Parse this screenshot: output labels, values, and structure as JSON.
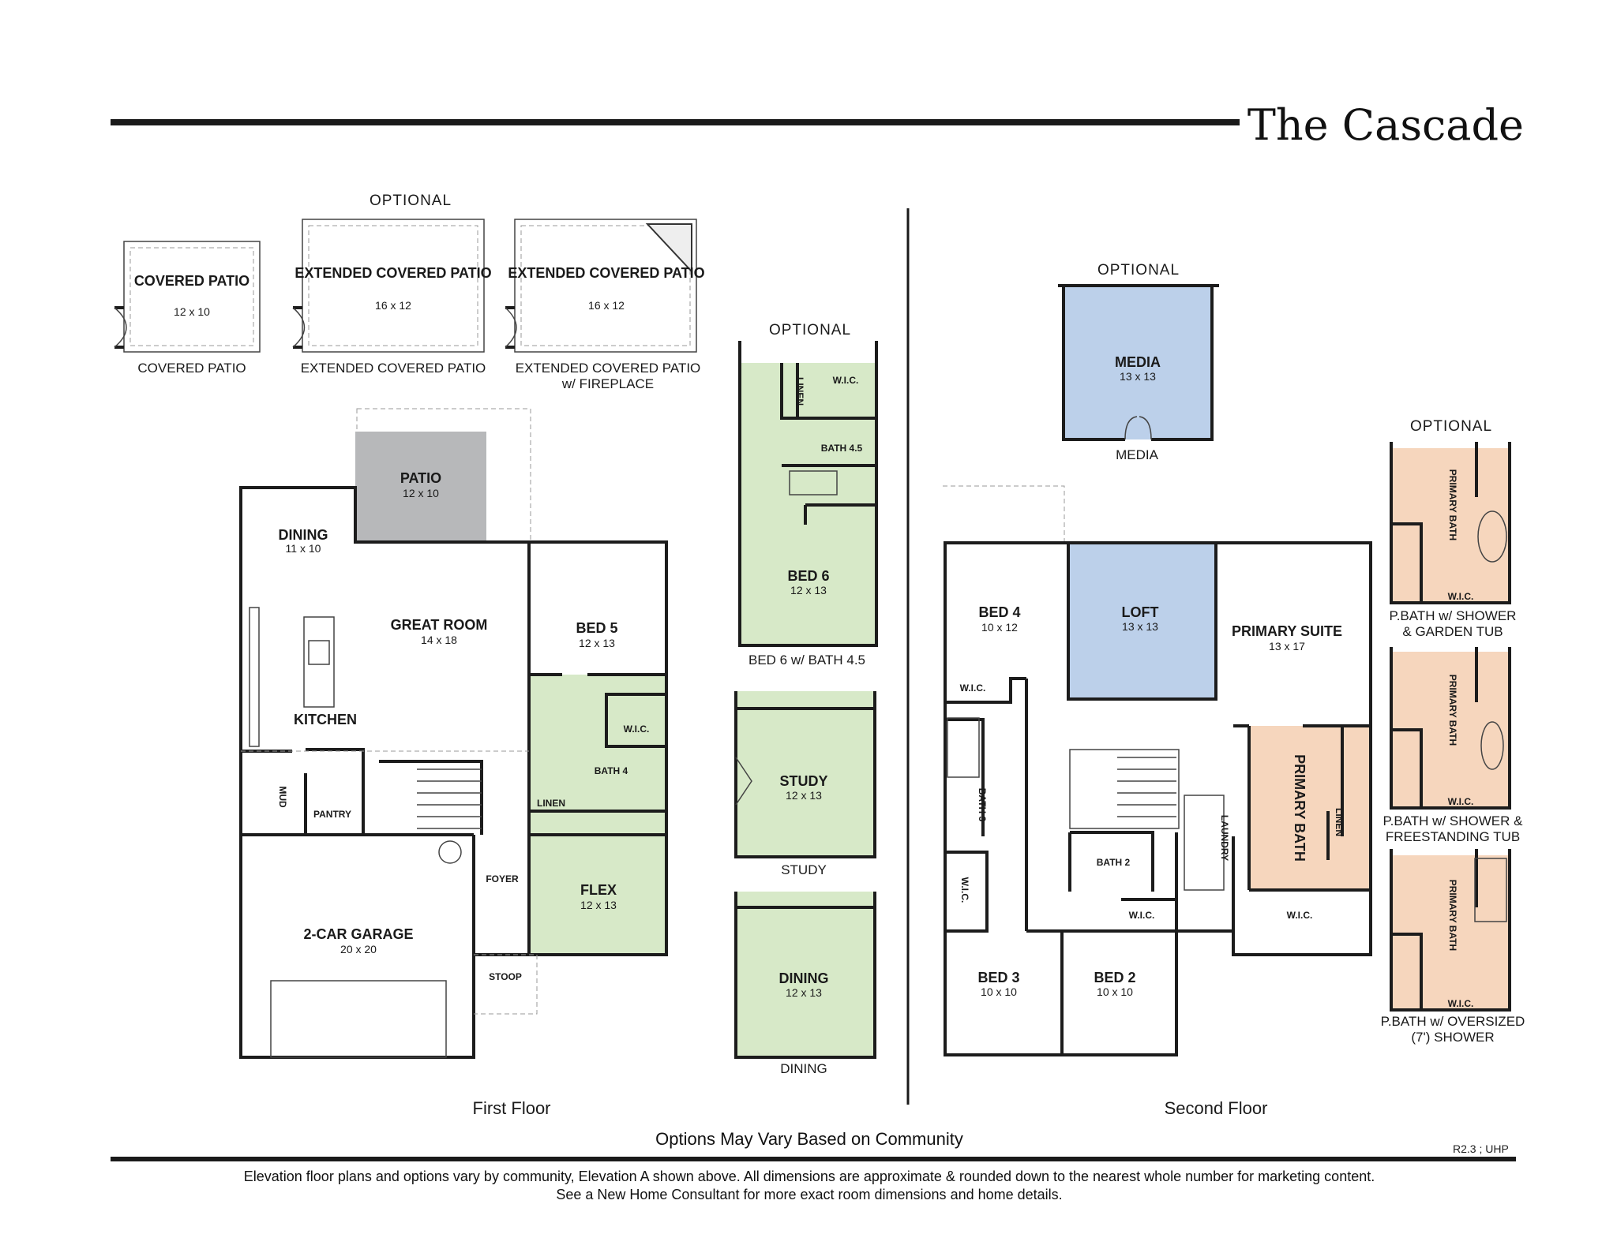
{
  "title": "The Cascade",
  "optional_label": "OPTIONAL",
  "colors": {
    "gray_patio": "#b7b8ba",
    "green_option": "#d7e9c8",
    "blue_option": "#bcd0ea",
    "peach_option": "#f6d6bd",
    "wall": "#1c1c1c"
  },
  "patio_options": [
    {
      "name": "COVERED PATIO",
      "dim": "12 x 10",
      "caption": "COVERED PATIO"
    },
    {
      "name": "EXTENDED COVERED PATIO",
      "dim": "16 x 12",
      "caption": "EXTENDED COVERED PATIO"
    },
    {
      "name": "EXTENDED COVERED PATIO",
      "dim": "16 x 12",
      "caption": "EXTENDED COVERED PATIO",
      "caption2": "w/ FIREPLACE"
    }
  ],
  "first_floor": {
    "label": "First Floor",
    "rooms": {
      "patio": {
        "name": "PATIO",
        "dim": "12 x 10"
      },
      "dining": {
        "name": "DINING",
        "dim": "11 x 10"
      },
      "great_room": {
        "name": "GREAT ROOM",
        "dim": "14 x 18"
      },
      "bed5": {
        "name": "BED 5",
        "dim": "12 x 13"
      },
      "kitchen": {
        "name": "KITCHEN"
      },
      "wic": {
        "name": "W.I.C."
      },
      "bath4": {
        "name": "BATH 4"
      },
      "linen": {
        "name": "LINEN"
      },
      "mud": {
        "name": "MUD"
      },
      "pantry": {
        "name": "PANTRY"
      },
      "foyer": {
        "name": "FOYER"
      },
      "flex": {
        "name": "FLEX",
        "dim": "12 x 13"
      },
      "garage": {
        "name": "2-CAR GARAGE",
        "dim": "20 x 20"
      },
      "stoop": {
        "name": "STOOP"
      }
    },
    "options": {
      "bed6": {
        "name": "BED 6",
        "dim": "12 x 13",
        "wic": "W.I.C.",
        "linen": "LINEN",
        "bath": "BATH 4.5",
        "caption": "BED 6 w/ BATH 4.5"
      },
      "study": {
        "name": "STUDY",
        "dim": "12 x 13",
        "caption": "STUDY"
      },
      "dining": {
        "name": "DINING",
        "dim": "12 x 13",
        "caption": "DINING"
      }
    }
  },
  "second_floor": {
    "label": "Second Floor",
    "rooms": {
      "bed4": {
        "name": "BED 4",
        "dim": "10 x 12"
      },
      "loft": {
        "name": "LOFT",
        "dim": "13 x 13"
      },
      "primary_suite": {
        "name": "PRIMARY SUITE",
        "dim": "13 x 17"
      },
      "wic_bed4": {
        "name": "W.I.C."
      },
      "bath3": {
        "name": "BATH 3"
      },
      "bath2": {
        "name": "BATH 2"
      },
      "laundry": {
        "name": "LAUNDRY"
      },
      "primary_bath": {
        "name": "PRIMARY BATH"
      },
      "linen": {
        "name": "LINEN"
      },
      "wic_bed3": {
        "name": "W.I.C."
      },
      "wic_bed2": {
        "name": "W.I.C."
      },
      "wic_primary": {
        "name": "W.I.C."
      },
      "bed3": {
        "name": "BED 3",
        "dim": "10 x 10"
      },
      "bed2": {
        "name": "BED 2",
        "dim": "10 x 10"
      }
    },
    "options": {
      "media": {
        "name": "MEDIA",
        "dim": "13 x 13",
        "caption": "MEDIA"
      },
      "bath_variants": [
        {
          "room": "PRIMARY BATH",
          "wic": "W.I.C.",
          "caption1": "P.BATH w/ SHOWER",
          "caption2": "& GARDEN TUB"
        },
        {
          "room": "PRIMARY BATH",
          "wic": "W.I.C.",
          "caption1": "P.BATH w/ SHOWER &",
          "caption2": "FREESTANDING TUB"
        },
        {
          "room": "PRIMARY BATH",
          "wic": "W.I.C.",
          "caption1": "P.BATH w/ OVERSIZED",
          "caption2": "(7') SHOWER"
        }
      ]
    }
  },
  "options_note": "Options May Vary Based on Community",
  "revision": "R2.3 ; UHP",
  "disclaimer_line1": "Elevation floor plans and options vary by community, Elevation A shown above. All dimensions are approximate & rounded down to the nearest whole number for marketing content.",
  "disclaimer_line2": "See a New Home Consultant for more exact room dimensions and home details."
}
